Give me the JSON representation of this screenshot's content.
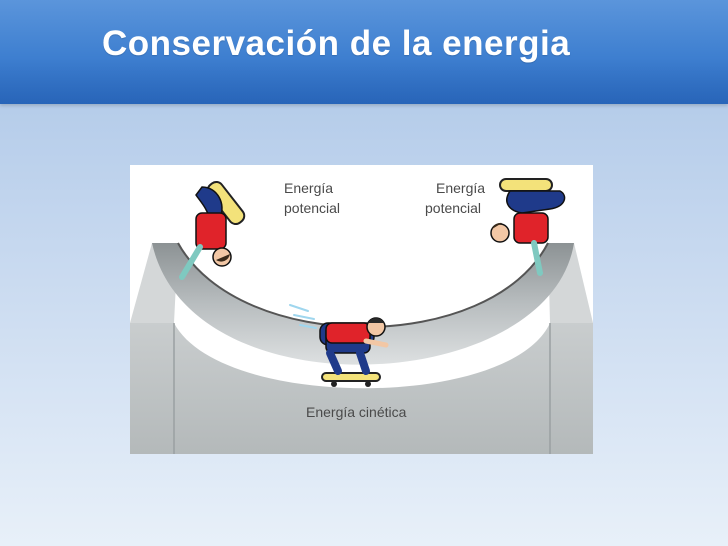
{
  "slide": {
    "title": "Conservación de la energia"
  },
  "figure": {
    "label_left": [
      "Energía",
      "potencial"
    ],
    "label_right": [
      "Energía",
      "potencial"
    ],
    "label_bottom": "Energía cinética"
  },
  "colors": {
    "title_bar": "#3e7fd0",
    "ramp_gray": "#bfc3c4",
    "shirt_red": "#e0232a",
    "pants_blue": "#1f3a8a",
    "board_yellow": "#f3e27a"
  }
}
